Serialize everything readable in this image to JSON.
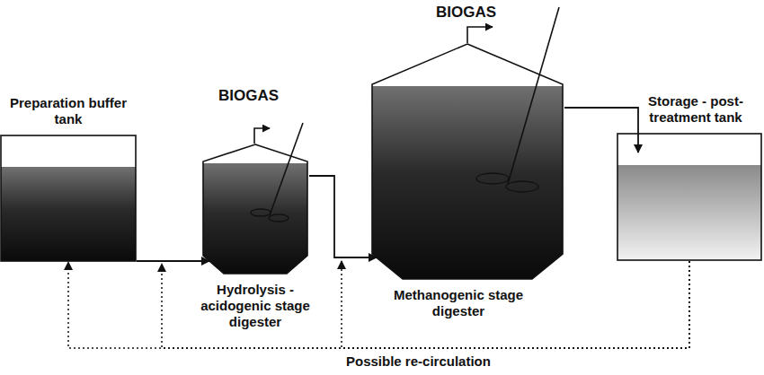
{
  "diagram": {
    "nodes": [
      {
        "text": [
          "Preparation buffer tank"
        ]
      },
      {
        "text": [
          "Hydrolysis - acidogenic stage digester"
        ]
      },
      {
        "text": [
          "Methanogenic stage digester"
        ]
      },
      {
        "text": [
          "Storage - post-treatment tank"
        ]
      }
    ],
    "edges": [
      {
        "from": 0,
        "to": 1,
        "arrow": "to"
      },
      {
        "from": 1,
        "to": 2,
        "arrow": "to"
      },
      {
        "from": 2,
        "to": 3,
        "arrow": "to"
      },
      {
        "from": 3,
        "to": 0,
        "arrow": "to",
        "label": "Possible re-circulation"
      },
      {
        "from": 3,
        "to": 1,
        "arrow": "to"
      },
      {
        "from": 3,
        "to": 2,
        "arrow": "to"
      }
    ],
    "labels": [
      "BIOGAS",
      "BIOGAS"
    ]
  }
}
